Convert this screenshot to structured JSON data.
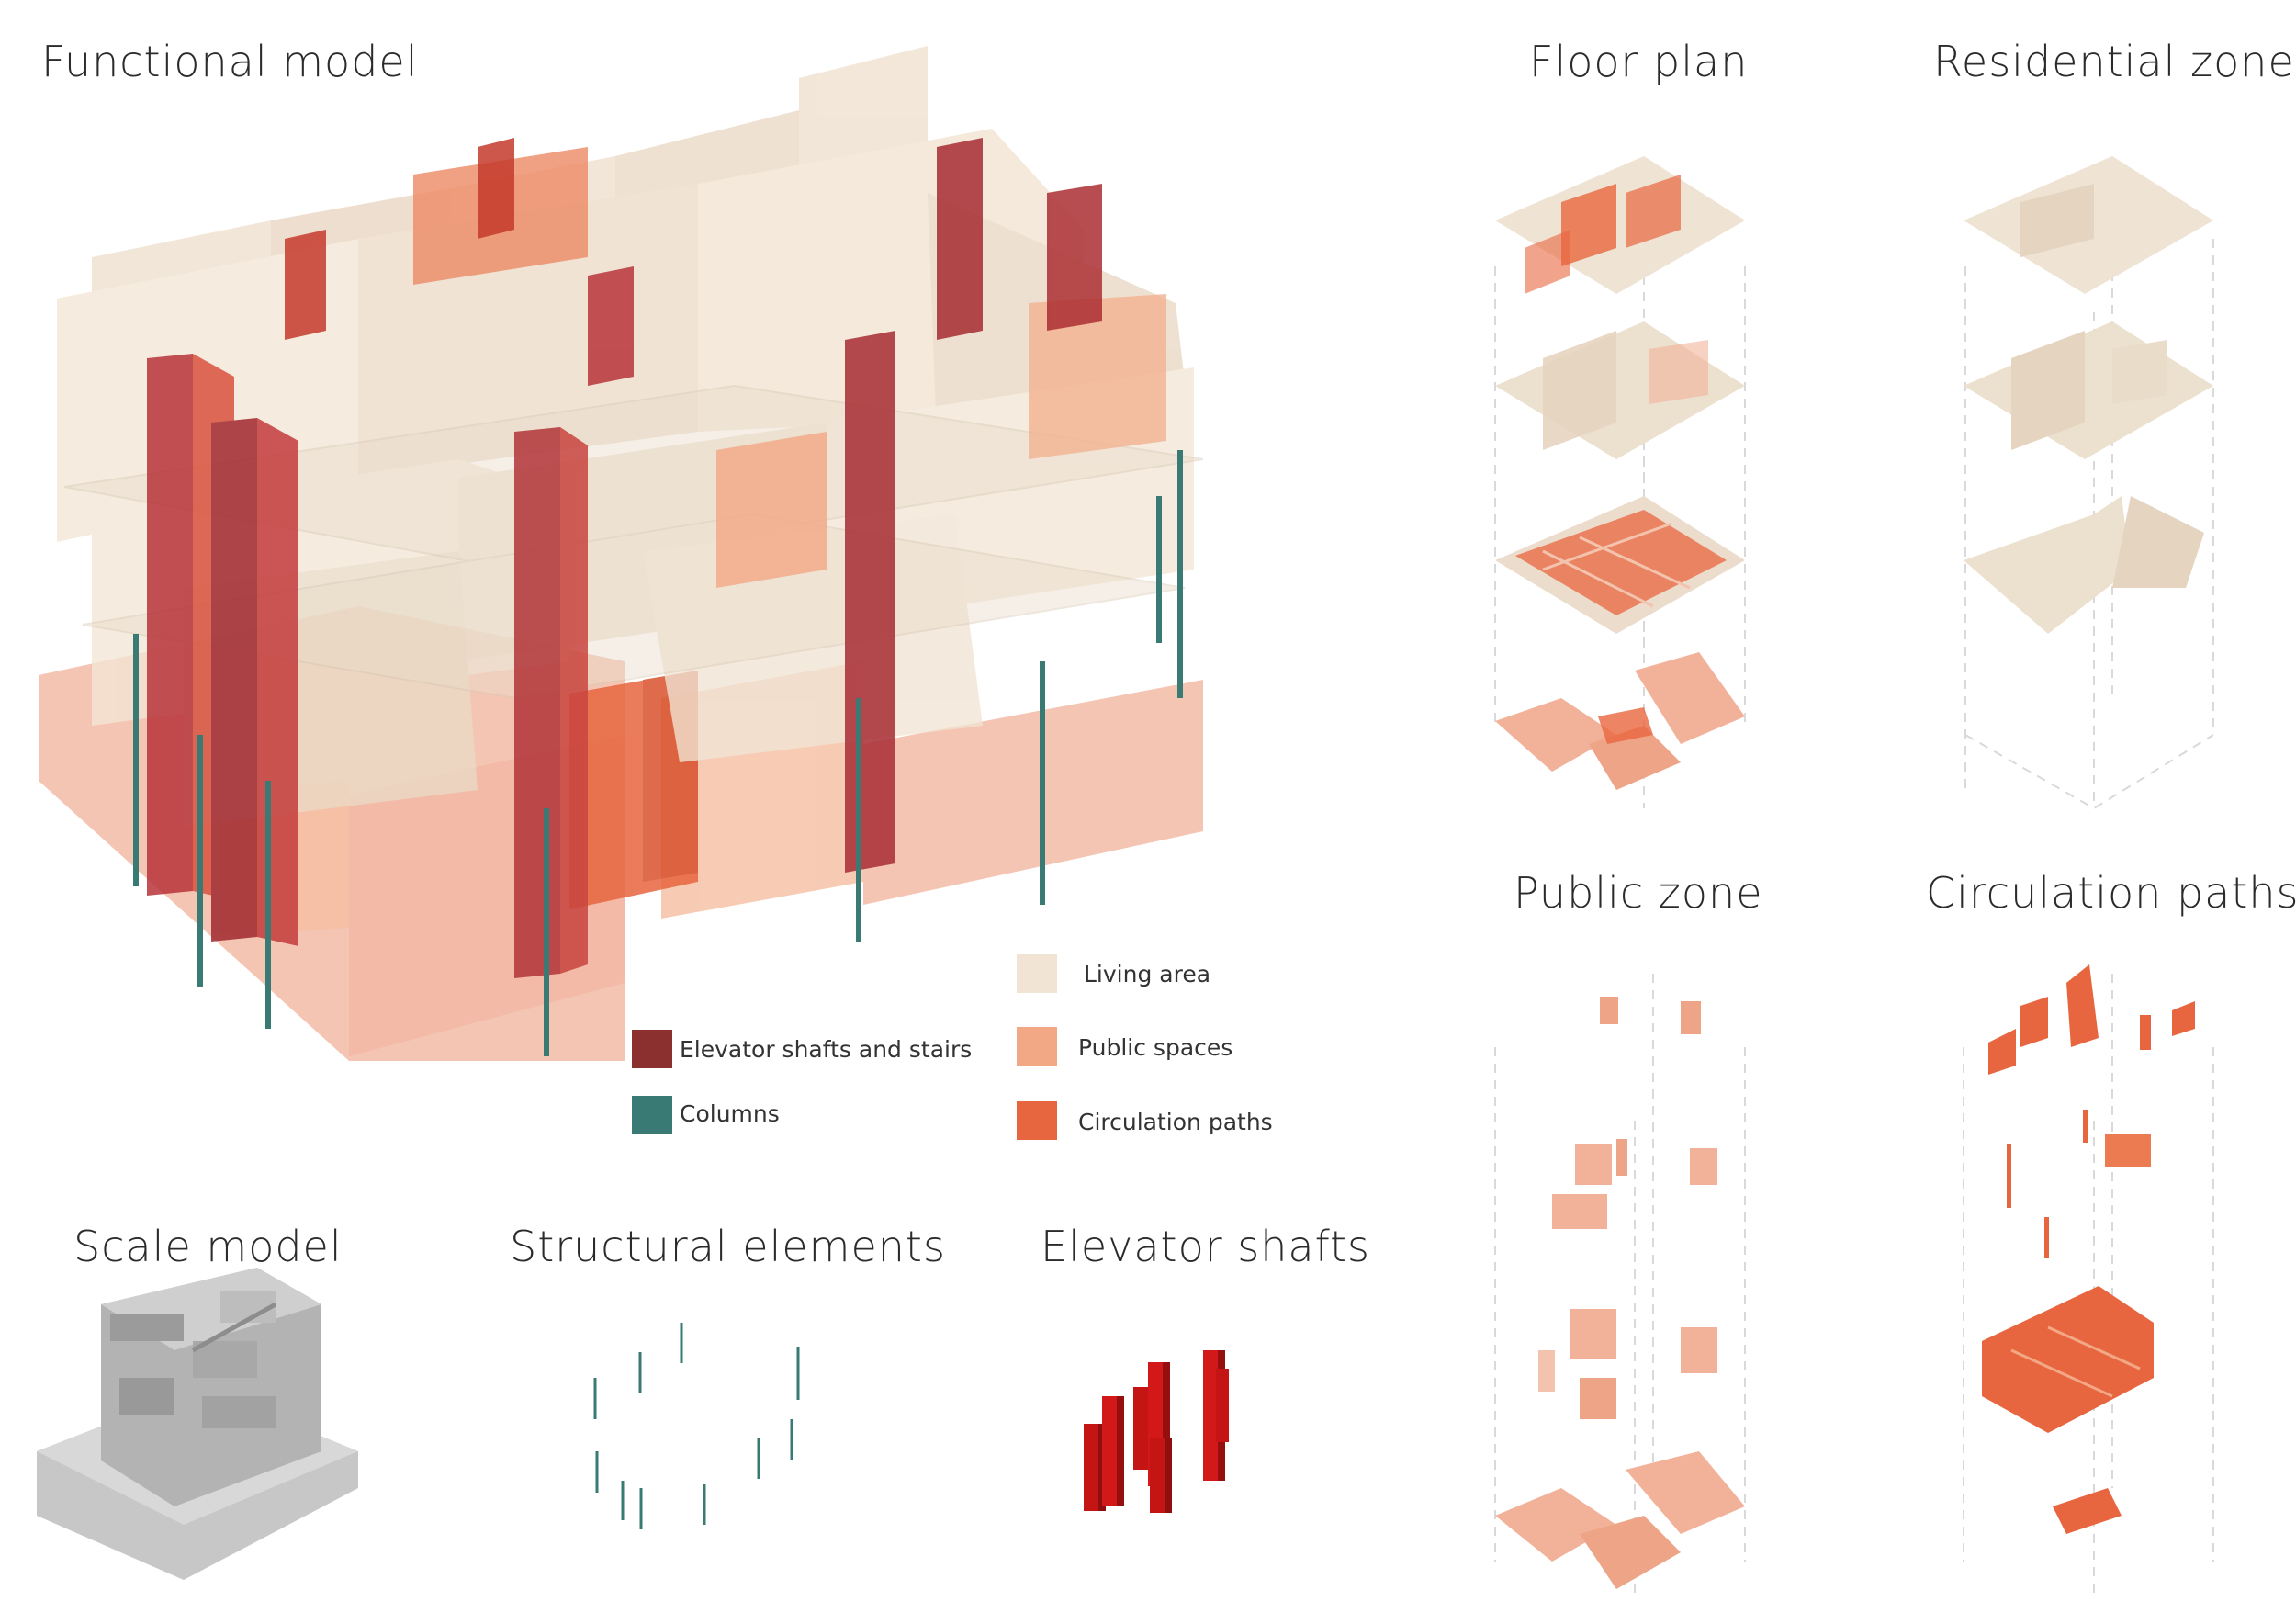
{
  "titles": {
    "functional_model": "Functional model",
    "floor_plan": "Floor plan",
    "residential_zone": "Residential zone",
    "public_zone": "Public zone",
    "circulation_paths": "Circulation paths",
    "scale_model": "Scale model",
    "structural_elements": "Structural elements",
    "elevator_shafts": "Elevator shafts"
  },
  "legend": {
    "living_area": "Living area",
    "public_spaces": "Public spaces",
    "circulation_paths": "Circulation paths",
    "elevator_shafts_and_stairs": "Elevator shafts and stairs",
    "columns": "Columns"
  },
  "colors": {
    "living_area": "#f1e4d4",
    "public_spaces": "#f2a884",
    "circulation_paths": "#e8663f",
    "elevator_shafts": "#8c2f2f",
    "columns": "#3a7a74",
    "elevator_shaft_red": "#c41414",
    "scale_model_gray": "#b5b5b5"
  }
}
